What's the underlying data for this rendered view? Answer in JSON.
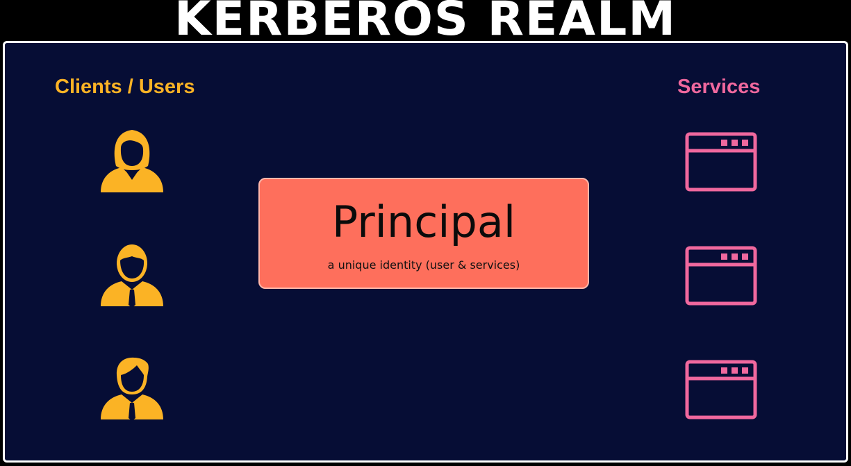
{
  "title": "KERBEROS REALM",
  "clients": {
    "heading": "Clients / Users",
    "icons": [
      "female-user-icon",
      "male-user-icon",
      "male-user-icon"
    ]
  },
  "services": {
    "heading": "Services",
    "icons": [
      "browser-window-icon",
      "browser-window-icon",
      "browser-window-icon"
    ]
  },
  "principal": {
    "title": "Principal",
    "subtitle": "a unique identity (user & services)"
  },
  "colors": {
    "background": "#000000",
    "realm_fill": "#060d35",
    "realm_border": "#ffffff",
    "clients_accent": "#fbb325",
    "services_accent": "#f0689e",
    "principal_fill": "#fe6f5c"
  }
}
